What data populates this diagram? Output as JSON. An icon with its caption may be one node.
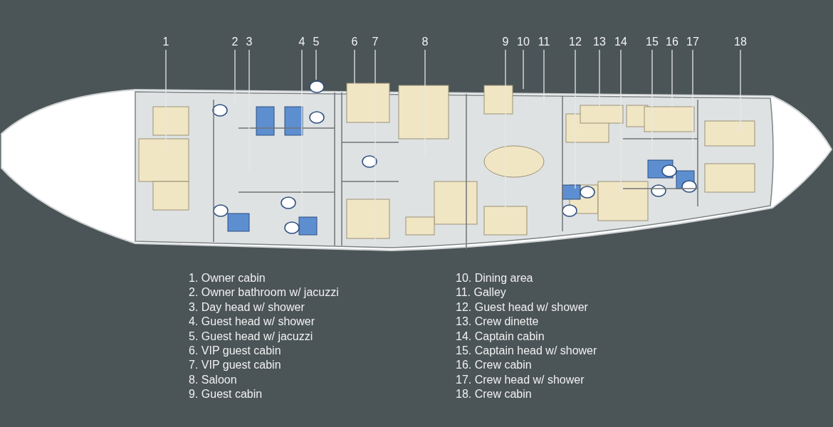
{
  "diagram": {
    "nodes": [
      {
        "text": [
          "1"
        ]
      },
      {
        "text": [
          "2"
        ]
      },
      {
        "text": [
          "3"
        ]
      },
      {
        "text": [
          "4"
        ]
      },
      {
        "text": [
          "5"
        ]
      },
      {
        "text": [
          "6"
        ]
      },
      {
        "text": [
          "7"
        ]
      },
      {
        "text": [
          "8"
        ]
      },
      {
        "text": [
          "9"
        ]
      },
      {
        "text": [
          "10"
        ]
      },
      {
        "text": [
          "11"
        ]
      },
      {
        "text": [
          "12"
        ]
      },
      {
        "text": [
          "13"
        ]
      },
      {
        "text": [
          "14"
        ]
      },
      {
        "text": [
          "15"
        ]
      },
      {
        "text": [
          "16"
        ]
      },
      {
        "text": [
          "17"
        ]
      },
      {
        "text": [
          "18"
        ]
      }
    ],
    "edges": [
      {
        "from": 0,
        "to": null,
        "arrow": "none"
      },
      {
        "from": 1,
        "to": null,
        "arrow": "none"
      },
      {
        "from": 2,
        "to": null,
        "arrow": "none"
      },
      {
        "from": 3,
        "to": null,
        "arrow": "none"
      },
      {
        "from": 4,
        "to": null,
        "arrow": "none"
      },
      {
        "from": 5,
        "to": null,
        "arrow": "none"
      },
      {
        "from": 6,
        "to": null,
        "arrow": "none"
      },
      {
        "from": 7,
        "to": null,
        "arrow": "none"
      },
      {
        "from": 8,
        "to": null,
        "arrow": "none"
      },
      {
        "from": 9,
        "to": null,
        "arrow": "none"
      },
      {
        "from": 10,
        "to": null,
        "arrow": "none"
      },
      {
        "from": 11,
        "to": null,
        "arrow": "none"
      },
      {
        "from": 12,
        "to": null,
        "arrow": "none"
      },
      {
        "from": 13,
        "to": null,
        "arrow": "none"
      },
      {
        "from": 14,
        "to": null,
        "arrow": "none"
      },
      {
        "from": 15,
        "to": null,
        "arrow": "none"
      },
      {
        "from": 16,
        "to": null,
        "arrow": "none"
      },
      {
        "from": 17,
        "to": null,
        "arrow": "none"
      }
    ],
    "labels": [
      "1. Owner cabin",
      "2. Owner bathroom w/ jacuzzi",
      "3. Day head w/ shower",
      "4. Guest head w/ shower",
      "5. Guest head w/ jacuzzi",
      "6. VIP guest cabin",
      "7. VIP guest cabin",
      "8. Saloon",
      "9. Guest cabin",
      "10. Dining area",
      "11. Galley",
      "12. Guest head w/ shower",
      "13. Crew dinette",
      "14. Captain cabin",
      "15. Captain head w/ shower",
      "16. Crew cabin",
      "17. Crew head w/ shower",
      "18. Crew cabin"
    ]
  }
}
